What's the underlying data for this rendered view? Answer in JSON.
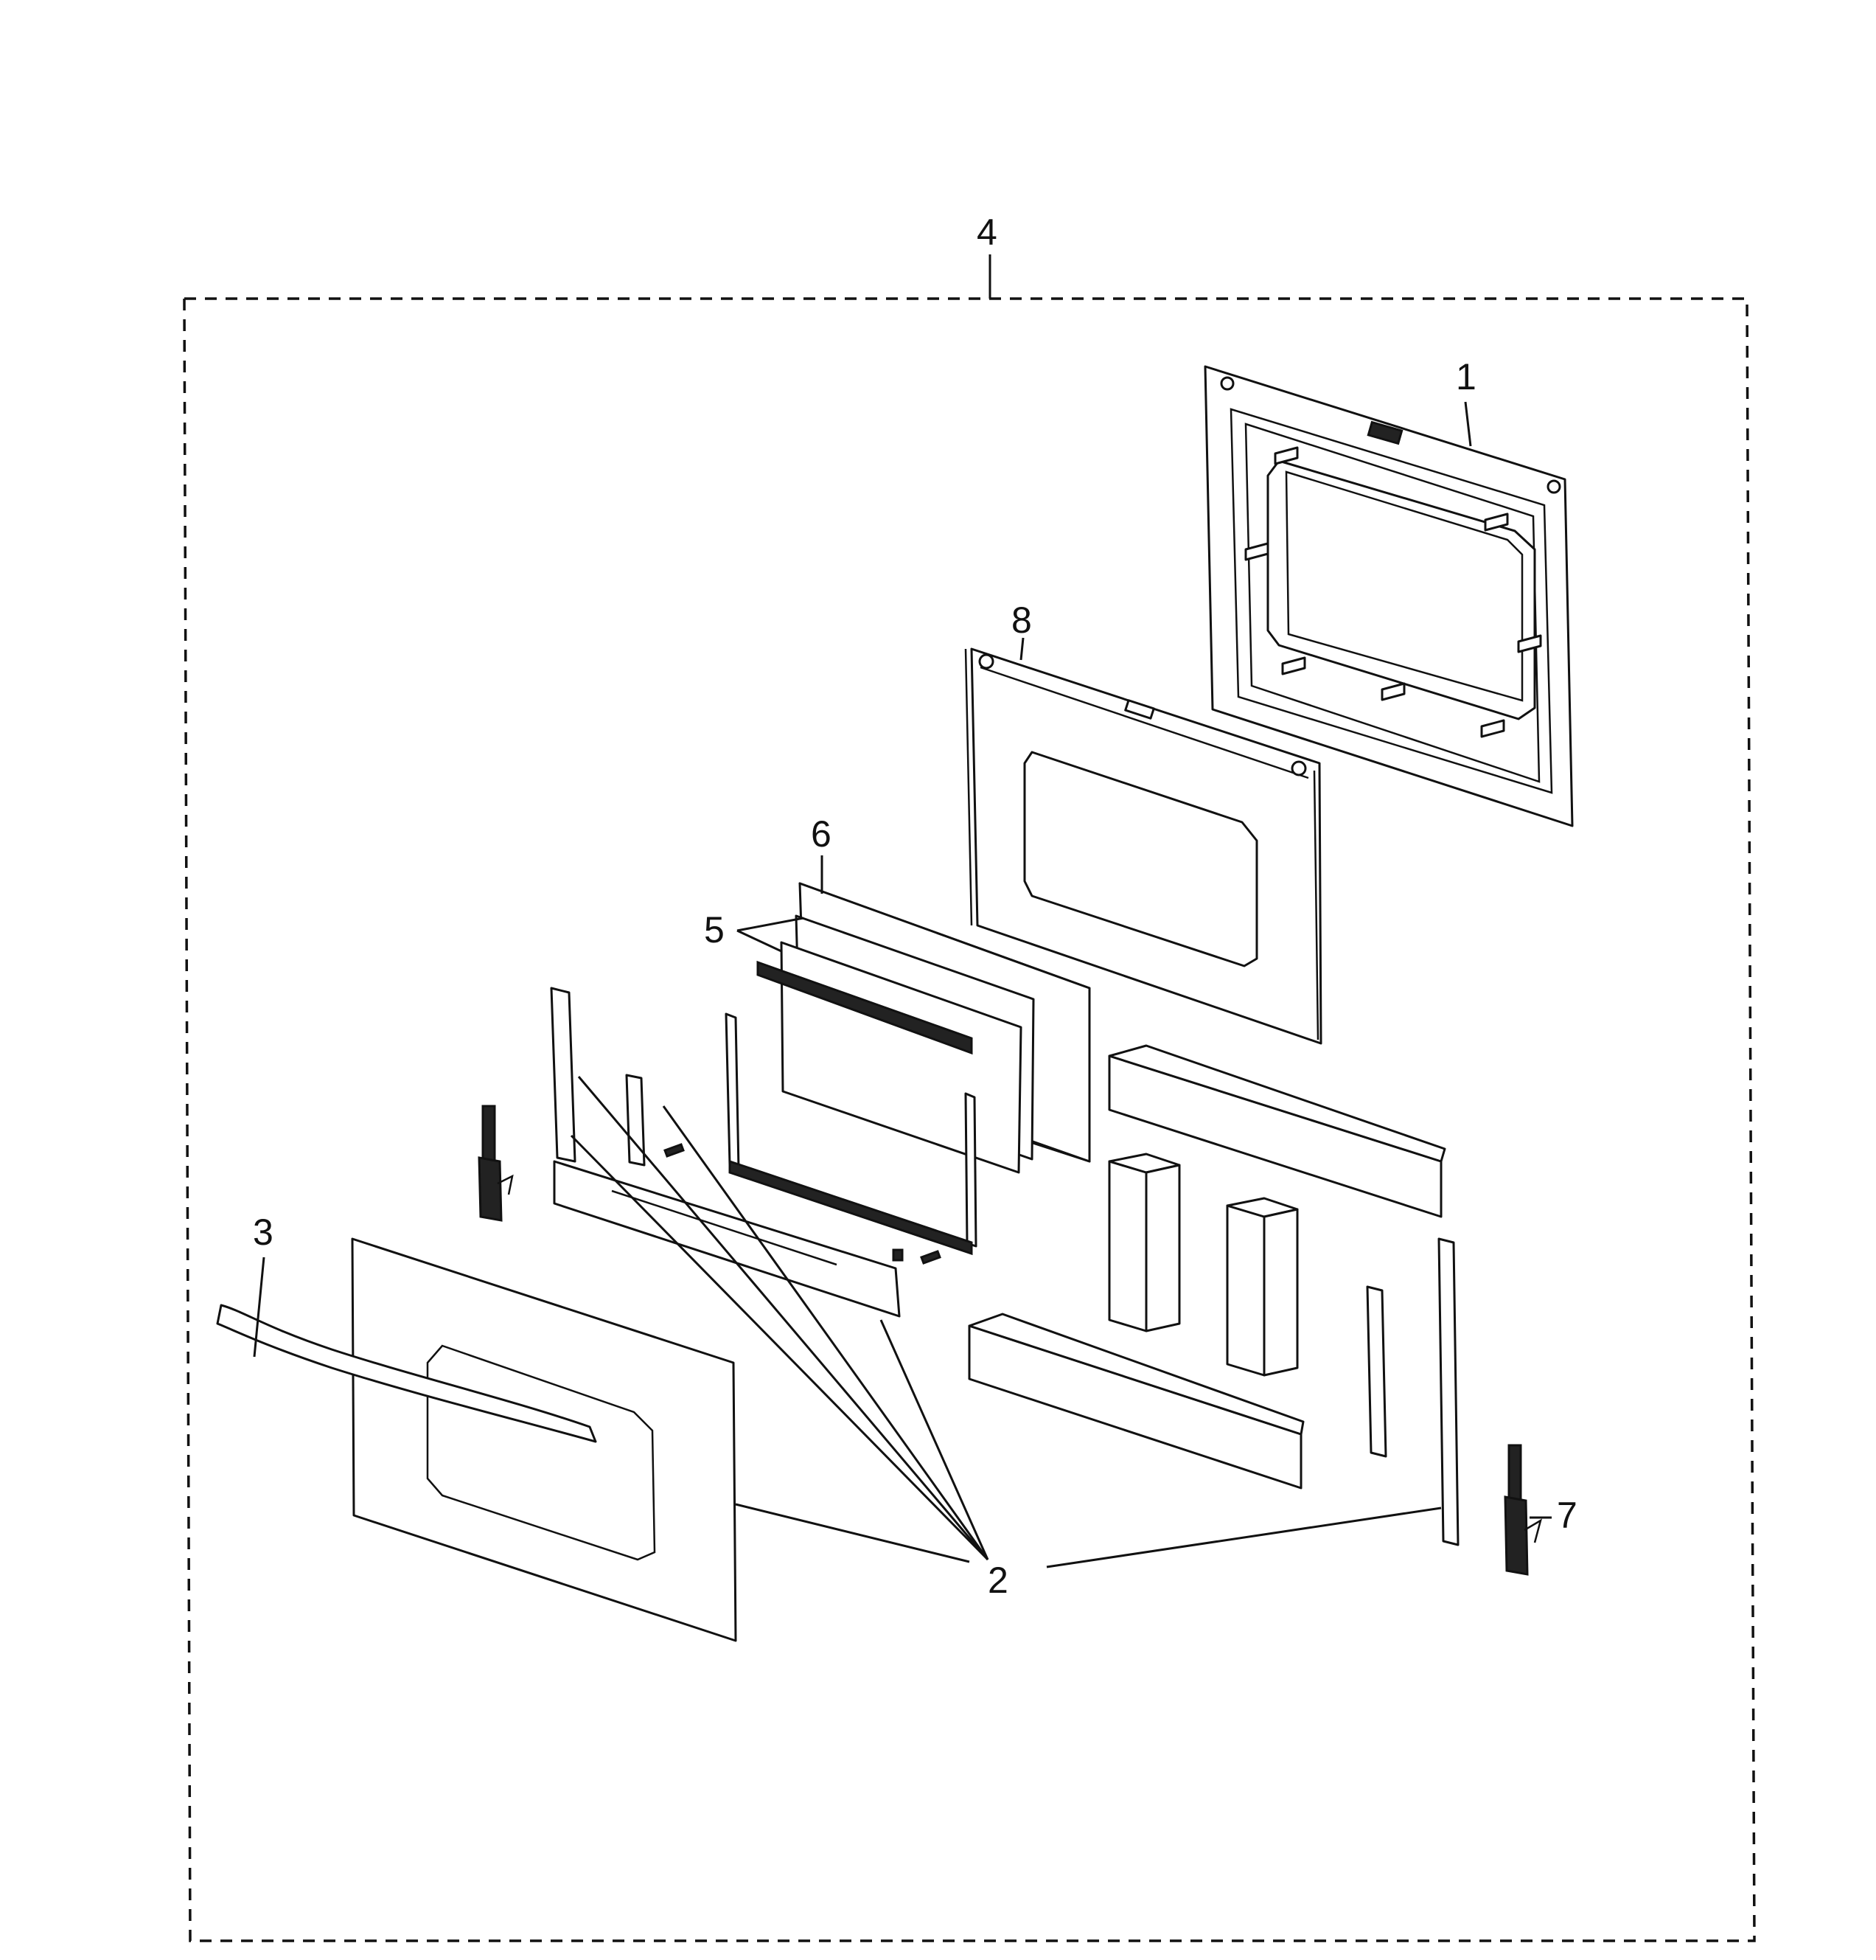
{
  "callouts": {
    "assembly": "4",
    "inner_door": "1",
    "middle_frame": "8",
    "glass_inner": "6",
    "glass_pair": "5",
    "parts_group": "2",
    "handle": "3",
    "hinge": "7"
  }
}
